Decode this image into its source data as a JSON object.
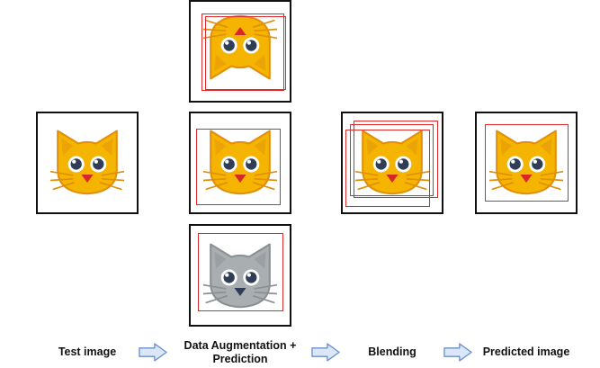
{
  "labels": {
    "test": "Test image",
    "augment_line1": "Data Augmentation +",
    "augment_line2": "Prediction",
    "blending": "Blending",
    "predicted": "Predicted image"
  },
  "icons": {
    "cat": "cat-face-icon",
    "arrow": "right-arrow-icon"
  },
  "colors": {
    "cat_orange": "#f5b400",
    "cat_orange_stroke": "#e08f0b",
    "cat_gray": "#a9aeb1",
    "cat_gray_stroke": "#8a8f92",
    "bbox_red": "#e02a2a",
    "arrow_fill": "#dbe7f8",
    "arrow_stroke": "#6a8fc8"
  }
}
